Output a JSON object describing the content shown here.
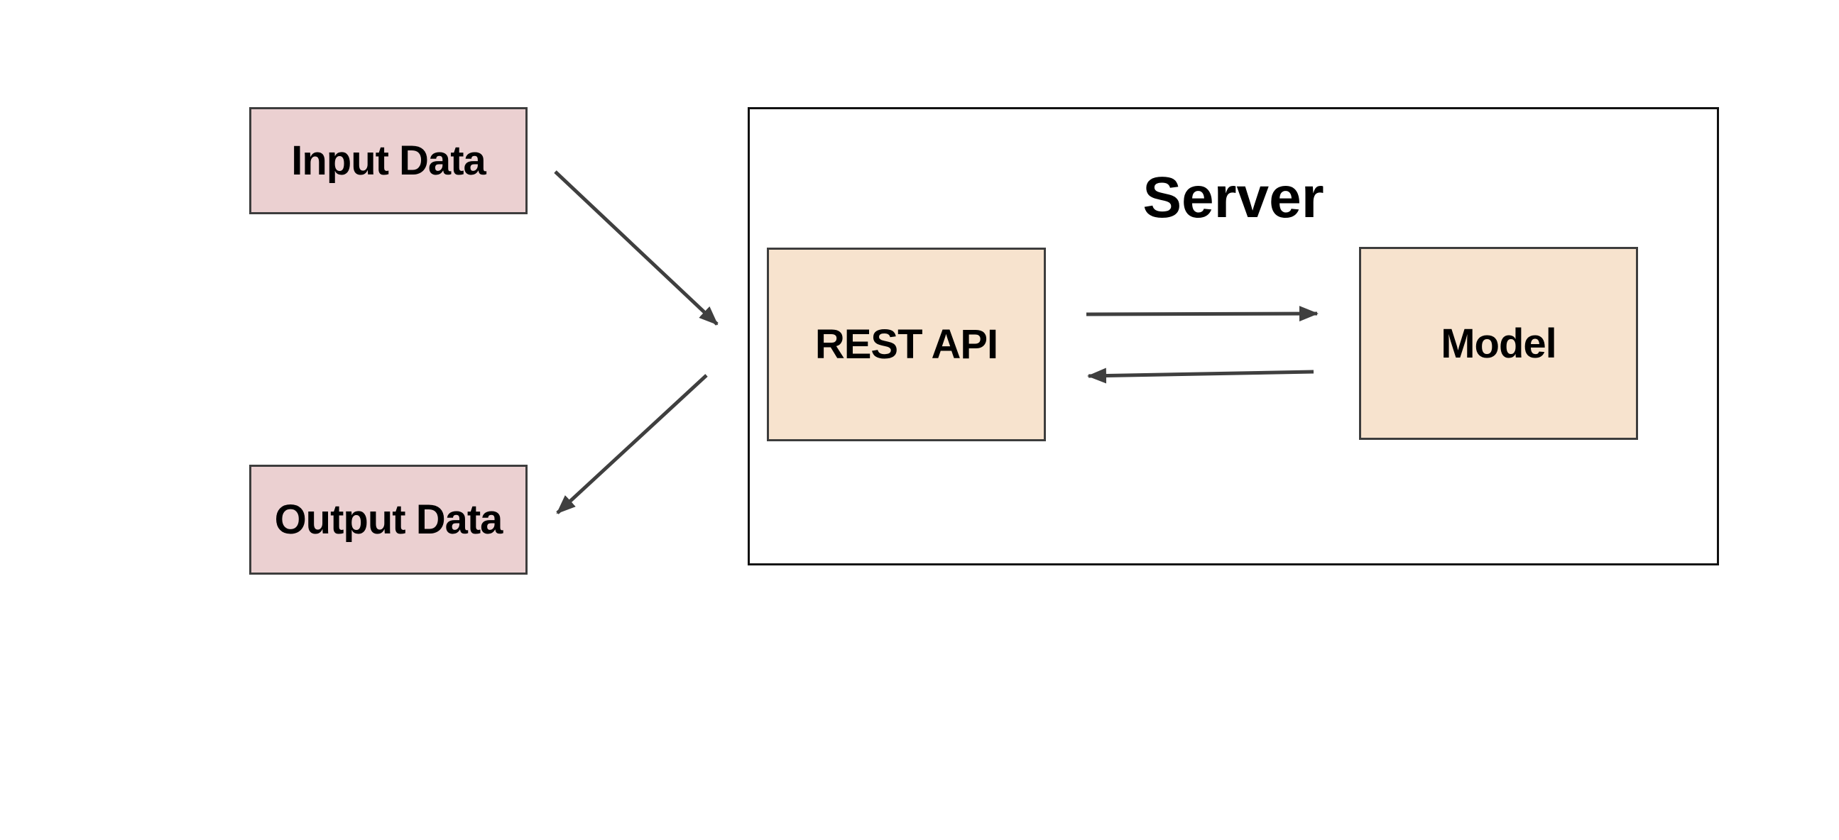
{
  "diagram": {
    "title": "",
    "nodes": {
      "input": {
        "label": "Input Data",
        "fill": "#ebd0d1",
        "border": "#3d3d3d"
      },
      "output": {
        "label": "Output Data",
        "fill": "#ebd0d1",
        "border": "#3d3d3d"
      },
      "rest_api": {
        "label": "REST API",
        "fill": "#f7e3ce",
        "border": "#3d3d3d"
      },
      "model": {
        "label": "Model",
        "fill": "#f7e3ce",
        "border": "#3d3d3d"
      },
      "server": {
        "label": "Server",
        "fill": "#ffffff",
        "border": "#111111"
      }
    },
    "connections": [
      {
        "from": "Input Data",
        "to": "REST API",
        "style": "diagonal-arrow"
      },
      {
        "from": "REST API",
        "to": "Output Data",
        "style": "diagonal-arrow"
      },
      {
        "from": "REST API",
        "to": "Model",
        "style": "horizontal-arrow"
      },
      {
        "from": "Model",
        "to": "REST API",
        "style": "horizontal-arrow"
      }
    ],
    "colors": {
      "arrow": "#3f3f3f",
      "background": "#ffffff",
      "text": "#000000"
    }
  }
}
